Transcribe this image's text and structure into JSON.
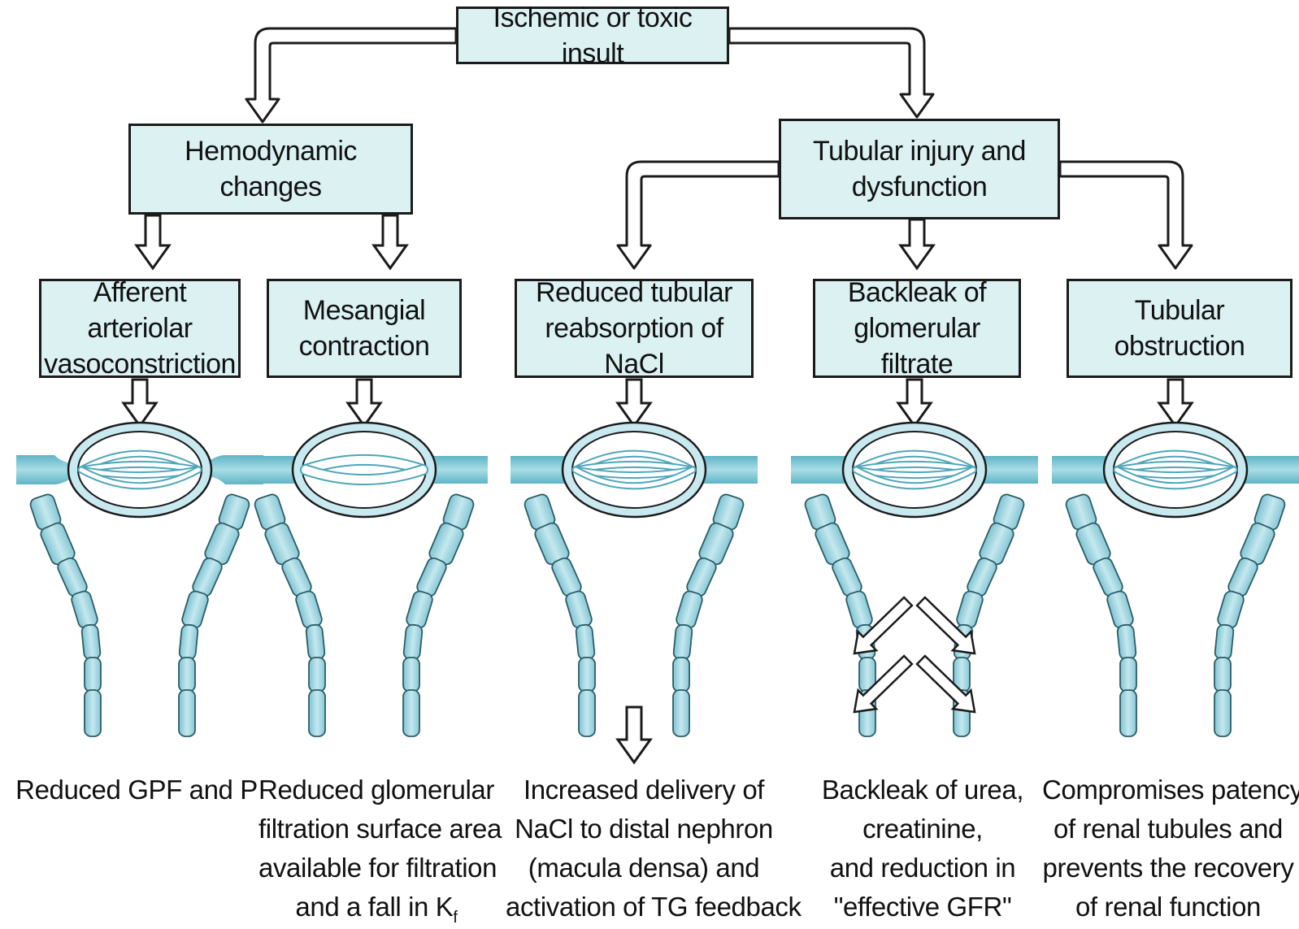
{
  "top": {
    "label": "Ischemic or toxic insult"
  },
  "hemodynamic": {
    "label": "Hemodynamic changes"
  },
  "tubular": {
    "line1": "Tubular injury and",
    "line2": "dysfunction"
  },
  "mechanisms": [
    {
      "line1": "Afferent arteriolar",
      "line2": "vasoconstriction"
    },
    {
      "line1": "Mesangial",
      "line2": "contraction"
    },
    {
      "line1": "Reduced tubular",
      "line2": "reabsorption of NaCl"
    },
    {
      "line1": "Backleak of",
      "line2": "glomerular filtrate"
    },
    {
      "line1": "Tubular obstruction"
    }
  ],
  "outcomes": [
    {
      "line1": "Reduced GPF and P"
    },
    {
      "line1": "Reduced glomerular",
      "line2": "filtration surface area",
      "line3": "available for filtration",
      "line4": "and a fall in K",
      "line4_sub": "f"
    },
    {
      "line1": "Increased delivery of",
      "line2": "NaCl to distal nephron",
      "line3": "(macula densa) and",
      "line4": "activation of  TG feedback"
    },
    {
      "line1": "Backleak of urea,",
      "line2": "creatinine,",
      "line3": "and reduction in",
      "line4": "\"effective GFR\""
    },
    {
      "line1": "Compromises patency",
      "line2": "of renal tubules and",
      "line3": "prevents the recovery",
      "line4": "of renal function"
    }
  ],
  "colors": {
    "box_fill": "#dcf1f2",
    "vessel": "#7ec8d4",
    "tubule": "#9fd3de",
    "outline": "#1b1b1b"
  }
}
